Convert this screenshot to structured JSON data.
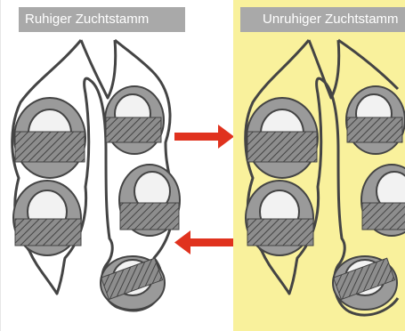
{
  "panels": {
    "left": {
      "label": "Ruhiger Zuchtstamm",
      "background": "#ffffff"
    },
    "right": {
      "label": "Unruhiger Zuchtstamm",
      "background": "#f9f19c"
    }
  },
  "colors": {
    "label_bar": "#a9a9a9",
    "arrow": "#e0321e",
    "outline": "#444444",
    "cell": "#9a9a9a",
    "pupa": "#f2f2f2"
  },
  "arrows": [
    {
      "name": "arrow-to-unruhig",
      "direction": "right"
    },
    {
      "name": "arrow-to-ruhig",
      "direction": "left"
    }
  ],
  "icons": [
    "queen-cell-icon",
    "pupa-icon",
    "red-arrow-icon"
  ]
}
